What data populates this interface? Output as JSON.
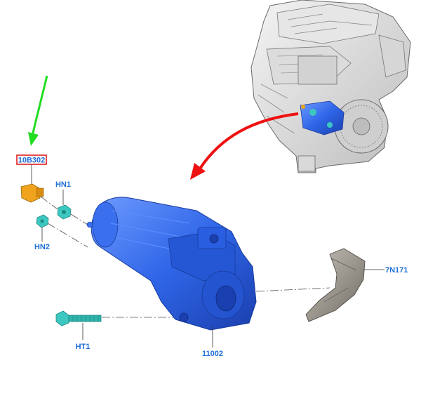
{
  "callouts": {
    "sensor": "10B302",
    "nut_upper": "HN1",
    "nut_lower": "HN2",
    "bolt": "HT1",
    "starter": "11002",
    "shield": "7N171"
  },
  "colors": {
    "label_text": "#1e6fd9",
    "highlight_box": "#e02020",
    "green_arrow": "#22dd22",
    "red_arrow": "#ee1111",
    "starter_body": "#2f66e8",
    "fastener": "#3cc8c0",
    "sensor": "#f0a41e",
    "shield": "#8f8a82"
  },
  "icons": {
    "pointer": "green-arrow-icon",
    "location": "red-curved-arrow-icon"
  }
}
